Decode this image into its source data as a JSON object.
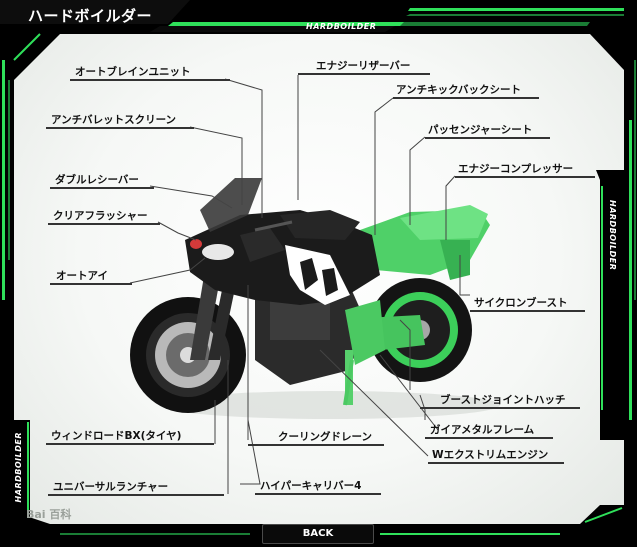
{
  "header": {
    "title": "ハードボイルダー",
    "tag": "HARDBOILDER"
  },
  "side_tags": {
    "right": "HARDBOILDER",
    "left": "HARDBOILDER"
  },
  "parts": {
    "auto_brain_unit": "オートブレインユニット",
    "anti_bullet_screen": "アンチバレットスクリーン",
    "double_receiver": "ダブルレシーバー",
    "clear_flasher": "クリアフラッシャー",
    "auto_eye": "オートアイ",
    "energy_reserver": "エナジーリザーバー",
    "anti_kickback_seat": "アンチキックバックシート",
    "passenger_seat": "パッセンジャーシート",
    "energy_compressor": "エナジーコンプレッサー",
    "cyclone_boost": "サイクロンブースト",
    "boost_joint_hatch": "ブーストジョイントハッチ",
    "gaia_metal_frame": "ガイアメタルフレーム",
    "w_extrem_engine": "Wエクストリムエンジン",
    "cooling_drain": "クーリングドレーン",
    "window_road_bx": "ウィンドロードBX(タイヤ)",
    "universal_launcher": "ユニバーサルランチャー",
    "hyper_caliber": "ハイパーキャリバー4"
  },
  "footer": {
    "back_label": "BACK",
    "watermark": "Bai 百科"
  },
  "colors": {
    "accent_green": "#2fe05a",
    "frame": "#000000",
    "body_green": "#43c25c",
    "body_black": "#1b1b1b"
  }
}
